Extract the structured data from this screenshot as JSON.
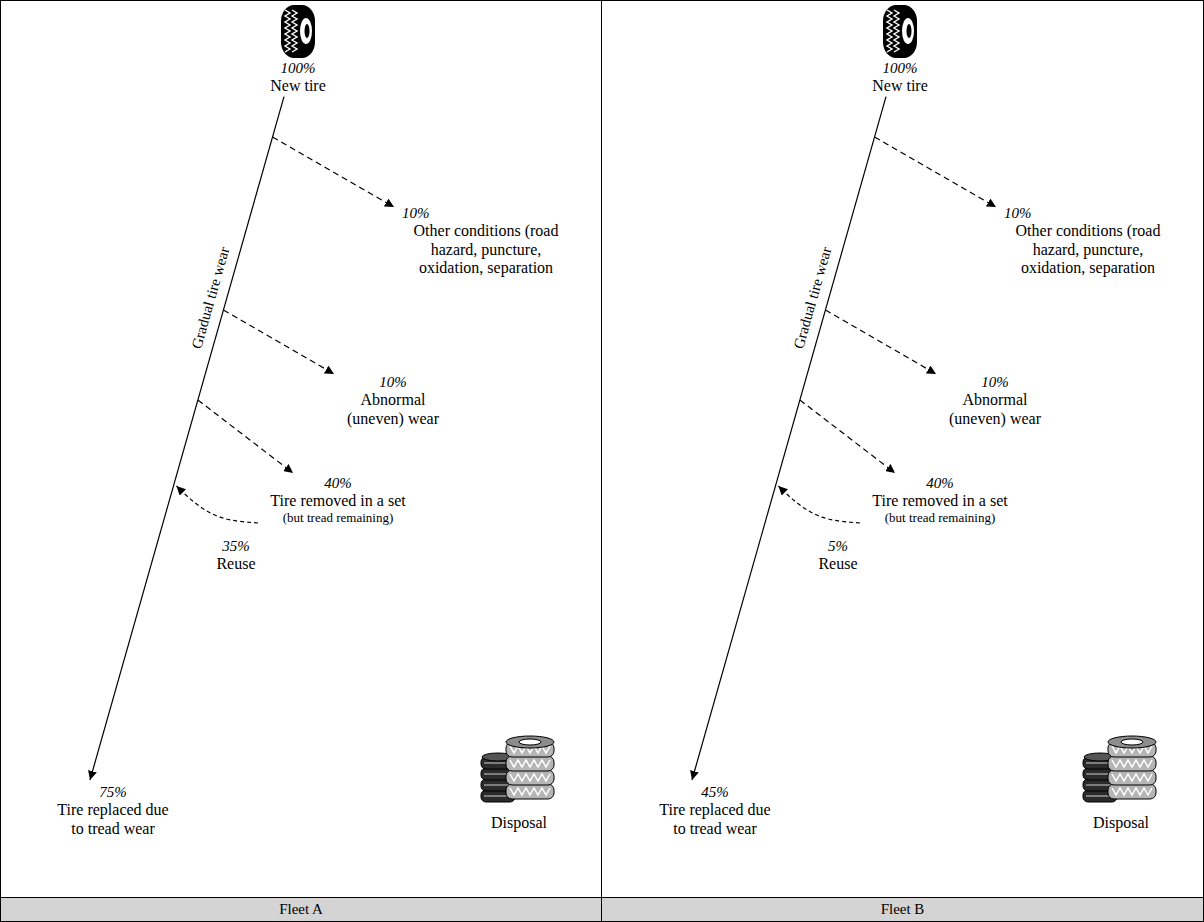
{
  "diagram": {
    "nodes": [
      {
        "text": [
          "Fleet A"
        ]
      },
      {
        "text": [
          "100%",
          "New tire"
        ],
        "in": 0
      },
      {
        "text": [
          "10%",
          "Other conditions (road hazard, puncture, oxidation, separation"
        ],
        "in": 0
      },
      {
        "text": [
          "10%",
          "Abnormal (uneven) wear"
        ],
        "in": 0
      },
      {
        "text": [
          "40%",
          "Tire removed in a set",
          "(but tread remaining)"
        ],
        "in": 0
      },
      {
        "text": [
          "75%",
          "Tire replaced due to tread wear"
        ],
        "in": 0
      },
      {
        "text": [
          "Disposal"
        ],
        "in": 0
      },
      {
        "text": [
          "Fleet B"
        ]
      },
      {
        "text": [
          "100%",
          "New tire"
        ],
        "in": 7
      },
      {
        "text": [
          "10%",
          "Other conditions (road hazard, puncture, oxidation, separation"
        ],
        "in": 7
      },
      {
        "text": [
          "10%",
          "Abnormal (uneven) wear"
        ],
        "in": 7
      },
      {
        "text": [
          "40%",
          "Tire removed in a set",
          "(but tread remaining)"
        ],
        "in": 7
      },
      {
        "text": [
          "45%",
          "Tire replaced due to tread wear"
        ],
        "in": 7
      },
      {
        "text": [
          "Disposal"
        ],
        "in": 7
      }
    ],
    "edges": [
      {
        "from": 1,
        "to": 5,
        "arrow": "to",
        "label": "Gradual tire wear"
      },
      {
        "from": 1,
        "to": 2,
        "arrow": "to"
      },
      {
        "from": 1,
        "to": 3,
        "arrow": "to"
      },
      {
        "from": 1,
        "to": 4,
        "arrow": "to"
      },
      {
        "from": 4,
        "to": 5,
        "arrow": "to",
        "label": "35% Reuse"
      },
      {
        "from": 8,
        "to": 12,
        "arrow": "to",
        "label": "Gradual tire wear"
      },
      {
        "from": 8,
        "to": 9,
        "arrow": "to"
      },
      {
        "from": 8,
        "to": 10,
        "arrow": "to"
      },
      {
        "from": 8,
        "to": 11,
        "arrow": "to"
      },
      {
        "from": 11,
        "to": 12,
        "arrow": "to",
        "label": "5% Reuse"
      }
    ]
  }
}
